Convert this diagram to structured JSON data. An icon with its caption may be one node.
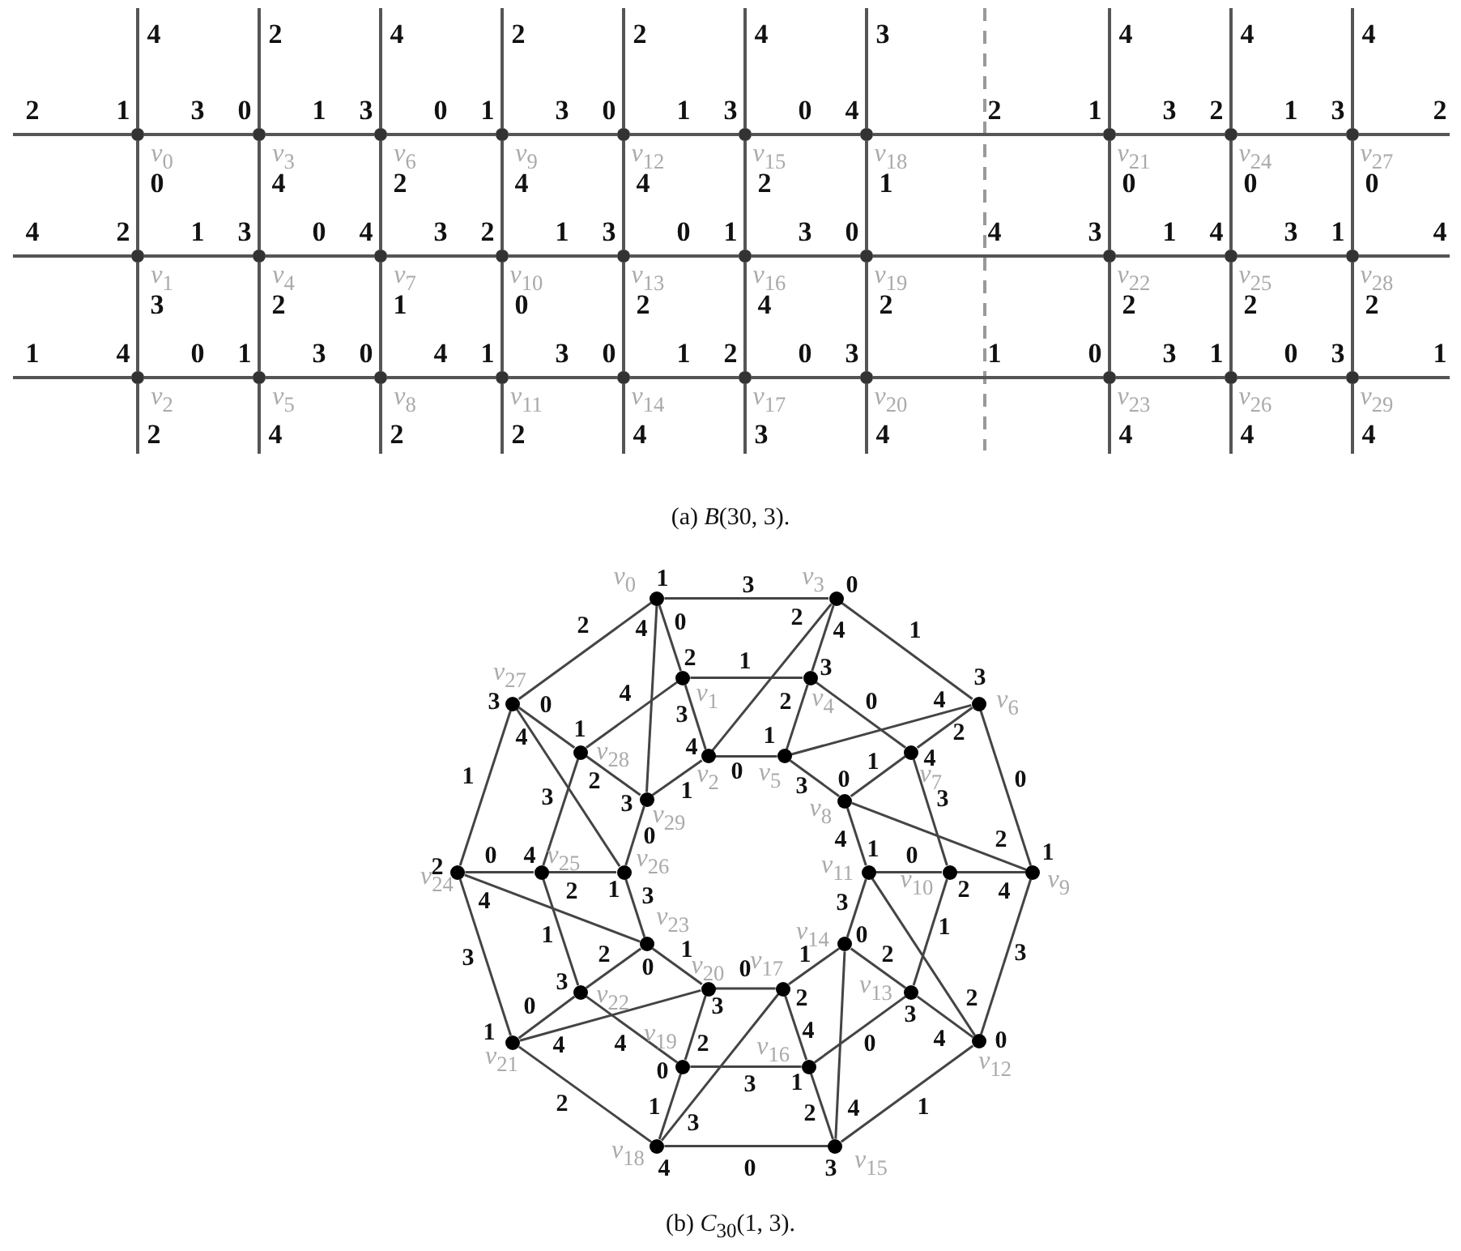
{
  "diagram": {
    "nodes": [
      {
        "text": [],
        "shape": "circle",
        "beside": [
          "*v*$_{0}$"
        ]
      },
      {
        "text": [],
        "shape": "circle",
        "beside": [
          "*v*$_{1}$"
        ]
      },
      {
        "text": [],
        "shape": "circle",
        "beside": [
          "*v*$_{2}$"
        ]
      },
      {
        "text": [],
        "shape": "circle",
        "beside": [
          "*v*$_{3}$"
        ]
      },
      {
        "text": [],
        "shape": "circle",
        "beside": [
          "*v*$_{4}$"
        ]
      },
      {
        "text": [],
        "shape": "circle",
        "beside": [
          "*v*$_{5}$"
        ]
      },
      {
        "text": [],
        "shape": "circle",
        "beside": [
          "*v*$_{6}$"
        ]
      },
      {
        "text": [],
        "shape": "circle",
        "beside": [
          "*v*$_{7}$"
        ]
      },
      {
        "text": [],
        "shape": "circle",
        "beside": [
          "*v*$_{8}$"
        ]
      },
      {
        "text": [],
        "shape": "circle",
        "beside": [
          "*v*$_{9}$"
        ]
      },
      {
        "text": [],
        "shape": "circle",
        "beside": [
          "*v*$_{10}$"
        ]
      },
      {
        "text": [],
        "shape": "circle",
        "beside": [
          "*v*$_{11}$"
        ]
      },
      {
        "text": [],
        "shape": "circle",
        "beside": [
          "*v*$_{12}$"
        ]
      },
      {
        "text": [],
        "shape": "circle",
        "beside": [
          "*v*$_{13}$"
        ]
      },
      {
        "text": [],
        "shape": "circle",
        "beside": [
          "*v*$_{14}$"
        ]
      },
      {
        "text": [],
        "shape": "circle",
        "beside": [
          "*v*$_{15}$"
        ]
      },
      {
        "text": [],
        "shape": "circle",
        "beside": [
          "*v*$_{16}$"
        ]
      },
      {
        "text": [],
        "shape": "circle",
        "beside": [
          "*v*$_{17}$"
        ]
      },
      {
        "text": [],
        "shape": "circle",
        "beside": [
          "*v*$_{18}$"
        ]
      },
      {
        "text": [],
        "shape": "circle",
        "beside": [
          "*v*$_{19}$"
        ]
      },
      {
        "text": [],
        "shape": "circle",
        "beside": [
          "*v*$_{20}$"
        ]
      },
      {
        "text": [],
        "shape": "circle",
        "beside": [
          "*v*$_{21}$"
        ]
      },
      {
        "text": [],
        "shape": "circle",
        "beside": [
          "*v*$_{22}$"
        ]
      },
      {
        "text": [],
        "shape": "circle",
        "beside": [
          "*v*$_{23}$"
        ]
      },
      {
        "text": [],
        "shape": "circle",
        "beside": [
          "*v*$_{24}$"
        ]
      },
      {
        "text": [],
        "shape": "circle",
        "beside": [
          "*v*$_{25}$"
        ]
      },
      {
        "text": [],
        "shape": "circle",
        "beside": [
          "*v*$_{26}$"
        ]
      },
      {
        "text": [],
        "shape": "circle",
        "beside": [
          "*v*$_{27}$"
        ]
      },
      {
        "text": [],
        "shape": "circle",
        "beside": [
          "*v*$_{28}$"
        ]
      },
      {
        "text": [],
        "shape": "circle",
        "beside": [
          "*v*$_{29}$"
        ]
      },
      {
        "text": [],
        "shape": "circle",
        "beside": [
          "*v*$_{0}$"
        ]
      },
      {
        "text": [],
        "shape": "circle",
        "beside": [
          "*v*$_{1}$"
        ]
      },
      {
        "text": [],
        "shape": "circle",
        "beside": [
          "*v*$_{2}$"
        ]
      },
      {
        "text": [],
        "shape": "circle",
        "beside": [
          "*v*$_{3}$"
        ]
      },
      {
        "text": [],
        "shape": "circle",
        "beside": [
          "*v*$_{4}$"
        ]
      },
      {
        "text": [],
        "shape": "circle",
        "beside": [
          "*v*$_{5}$"
        ]
      },
      {
        "text": [],
        "shape": "circle",
        "beside": [
          "*v*$_{6}$"
        ]
      },
      {
        "text": [],
        "shape": "circle",
        "beside": [
          "*v*$_{7}$"
        ]
      },
      {
        "text": [],
        "shape": "circle",
        "beside": [
          "*v*$_{8}$"
        ]
      },
      {
        "text": [],
        "shape": "circle",
        "beside": [
          "*v*$_{9}$"
        ]
      },
      {
        "text": [],
        "shape": "circle",
        "beside": [
          "*v*$_{10}$"
        ]
      },
      {
        "text": [],
        "shape": "circle",
        "beside": [
          "*v*$_{11}$"
        ]
      },
      {
        "text": [],
        "shape": "circle",
        "beside": [
          "*v*$_{12}$"
        ]
      },
      {
        "text": [],
        "shape": "circle",
        "beside": [
          "*v*$_{13}$"
        ]
      },
      {
        "text": [],
        "shape": "circle",
        "beside": [
          "*v*$_{14}$"
        ]
      },
      {
        "text": [],
        "shape": "circle",
        "beside": [
          "*v*$_{15}$"
        ]
      },
      {
        "text": [],
        "shape": "circle",
        "beside": [
          "*v*$_{16}$"
        ]
      },
      {
        "text": [],
        "shape": "circle",
        "beside": [
          "*v*$_{17}$"
        ]
      },
      {
        "text": [],
        "shape": "circle",
        "beside": [
          "*v*$_{18}$"
        ]
      },
      {
        "text": [],
        "shape": "circle",
        "beside": [
          "*v*$_{19}$"
        ]
      },
      {
        "text": [],
        "shape": "circle",
        "beside": [
          "*v*$_{20}$"
        ]
      },
      {
        "text": [],
        "shape": "circle",
        "beside": [
          "*v*$_{21}$"
        ]
      },
      {
        "text": [],
        "shape": "circle",
        "beside": [
          "*v*$_{22}$"
        ]
      },
      {
        "text": [],
        "shape": "circle",
        "beside": [
          "*v*$_{23}$"
        ]
      },
      {
        "text": [],
        "shape": "circle",
        "beside": [
          "*v*$_{24}$"
        ]
      },
      {
        "text": [],
        "shape": "circle",
        "beside": [
          "*v*$_{25}$"
        ]
      },
      {
        "text": [],
        "shape": "circle",
        "beside": [
          "*v*$_{26}$"
        ]
      },
      {
        "text": [],
        "shape": "circle",
        "beside": [
          "*v*$_{27}$"
        ]
      },
      {
        "text": [],
        "shape": "circle",
        "beside": [
          "*v*$_{28}$"
        ]
      },
      {
        "text": [],
        "shape": "circle",
        "beside": [
          "*v*$_{29}$"
        ]
      }
    ],
    "edges": [
      {
        "from": null,
        "to": 0,
        "arrow": "none"
      },
      {
        "from": 0,
        "to": 3,
        "arrow": "none"
      },
      {
        "from": 3,
        "to": 6,
        "arrow": "none"
      },
      {
        "from": 6,
        "to": 9,
        "arrow": "none"
      },
      {
        "from": 9,
        "to": 12,
        "arrow": "none"
      },
      {
        "from": 12,
        "to": 15,
        "arrow": "none"
      },
      {
        "from": 15,
        "to": 18,
        "arrow": "none"
      },
      {
        "from": 18,
        "to": 21,
        "arrow": "none"
      },
      {
        "from": 21,
        "to": 24,
        "arrow": "none"
      },
      {
        "from": 24,
        "to": 27,
        "arrow": "none"
      },
      {
        "from": 27,
        "to": null,
        "arrow": "none"
      },
      {
        "from": null,
        "to": 1,
        "arrow": "none"
      },
      {
        "from": 1,
        "to": 4,
        "arrow": "none"
      },
      {
        "from": 4,
        "to": 7,
        "arrow": "none"
      },
      {
        "from": 7,
        "to": 10,
        "arrow": "none"
      },
      {
        "from": 10,
        "to": 13,
        "arrow": "none"
      },
      {
        "from": 13,
        "to": 16,
        "arrow": "none"
      },
      {
        "from": 16,
        "to": 19,
        "arrow": "none"
      },
      {
        "from": 19,
        "to": 22,
        "arrow": "none"
      },
      {
        "from": 22,
        "to": 25,
        "arrow": "none"
      },
      {
        "from": 25,
        "to": 28,
        "arrow": "none"
      },
      {
        "from": 28,
        "to": null,
        "arrow": "none"
      },
      {
        "from": null,
        "to": 2,
        "arrow": "none"
      },
      {
        "from": 2,
        "to": 5,
        "arrow": "none"
      },
      {
        "from": 5,
        "to": 8,
        "arrow": "none"
      },
      {
        "from": 8,
        "to": 11,
        "arrow": "none"
      },
      {
        "from": 11,
        "to": 14,
        "arrow": "none"
      },
      {
        "from": 14,
        "to": 17,
        "arrow": "none"
      },
      {
        "from": 17,
        "to": 20,
        "arrow": "none"
      },
      {
        "from": 20,
        "to": 23,
        "arrow": "none"
      },
      {
        "from": 23,
        "to": 26,
        "arrow": "none"
      },
      {
        "from": 26,
        "to": 29,
        "arrow": "none"
      },
      {
        "from": 29,
        "to": null,
        "arrow": "none"
      },
      {
        "from": null,
        "to": 0,
        "arrow": "none"
      },
      {
        "from": 0,
        "to": 1,
        "arrow": "none"
      },
      {
        "from": 1,
        "to": 2,
        "arrow": "none"
      },
      {
        "from": 2,
        "to": null,
        "arrow": "none"
      },
      {
        "from": null,
        "to": 3,
        "arrow": "none"
      },
      {
        "from": 3,
        "to": 4,
        "arrow": "none"
      },
      {
        "from": 4,
        "to": 5,
        "arrow": "none"
      },
      {
        "from": 5,
        "to": null,
        "arrow": "none"
      },
      {
        "from": null,
        "to": 6,
        "arrow": "none"
      },
      {
        "from": 6,
        "to": 7,
        "arrow": "none"
      },
      {
        "from": 7,
        "to": 8,
        "arrow": "none"
      },
      {
        "from": 8,
        "to": null,
        "arrow": "none"
      },
      {
        "from": null,
        "to": 9,
        "arrow": "none"
      },
      {
        "from": 9,
        "to": 10,
        "arrow": "none"
      },
      {
        "from": 10,
        "to": 11,
        "arrow": "none"
      },
      {
        "from": 11,
        "to": null,
        "arrow": "none"
      },
      {
        "from": null,
        "to": 12,
        "arrow": "none"
      },
      {
        "from": 12,
        "to": 13,
        "arrow": "none"
      },
      {
        "from": 13,
        "to": 14,
        "arrow": "none"
      },
      {
        "from": 14,
        "to": null,
        "arrow": "none"
      },
      {
        "from": null,
        "to": 15,
        "arrow": "none"
      },
      {
        "from": 15,
        "to": 16,
        "arrow": "none"
      },
      {
        "from": 16,
        "to": 17,
        "arrow": "none"
      },
      {
        "from": 17,
        "to": null,
        "arrow": "none"
      },
      {
        "from": null,
        "to": 18,
        "arrow": "none"
      },
      {
        "from": 18,
        "to": 19,
        "arrow": "none"
      },
      {
        "from": 19,
        "to": 20,
        "arrow": "none"
      },
      {
        "from": 20,
        "to": null,
        "arrow": "none"
      },
      {
        "from": null,
        "to": 21,
        "arrow": "none"
      },
      {
        "from": 21,
        "to": 22,
        "arrow": "none"
      },
      {
        "from": 22,
        "to": 23,
        "arrow": "none"
      },
      {
        "from": 23,
        "to": null,
        "arrow": "none"
      },
      {
        "from": null,
        "to": 24,
        "arrow": "none"
      },
      {
        "from": 24,
        "to": 25,
        "arrow": "none"
      },
      {
        "from": 25,
        "to": 26,
        "arrow": "none"
      },
      {
        "from": 26,
        "to": null,
        "arrow": "none"
      },
      {
        "from": null,
        "to": 27,
        "arrow": "none"
      },
      {
        "from": 27,
        "to": 28,
        "arrow": "none"
      },
      {
        "from": 28,
        "to": 29,
        "arrow": "none"
      },
      {
        "from": 29,
        "to": null,
        "arrow": "none"
      },
      {
        "from": 30,
        "to": 31,
        "arrow": "none"
      },
      {
        "from": 30,
        "to": 33,
        "arrow": "none"
      },
      {
        "from": 31,
        "to": 32,
        "arrow": "none"
      },
      {
        "from": 31,
        "to": 34,
        "arrow": "none"
      },
      {
        "from": 32,
        "to": 33,
        "arrow": "none"
      },
      {
        "from": 32,
        "to": 35,
        "arrow": "none"
      },
      {
        "from": 33,
        "to": 34,
        "arrow": "none"
      },
      {
        "from": 33,
        "to": 36,
        "arrow": "none"
      },
      {
        "from": 34,
        "to": 35,
        "arrow": "none"
      },
      {
        "from": 34,
        "to": 37,
        "arrow": "none"
      },
      {
        "from": 35,
        "to": 36,
        "arrow": "none"
      },
      {
        "from": 35,
        "to": 38,
        "arrow": "none"
      },
      {
        "from": 36,
        "to": 37,
        "arrow": "none"
      },
      {
        "from": 36,
        "to": 39,
        "arrow": "none"
      },
      {
        "from": 37,
        "to": 38,
        "arrow": "none"
      },
      {
        "from": 37,
        "to": 40,
        "arrow": "none"
      },
      {
        "from": 38,
        "to": 39,
        "arrow": "none"
      },
      {
        "from": 38,
        "to": 41,
        "arrow": "none"
      },
      {
        "from": 39,
        "to": 40,
        "arrow": "none"
      },
      {
        "from": 39,
        "to": 42,
        "arrow": "none"
      },
      {
        "from": 40,
        "to": 41,
        "arrow": "none"
      },
      {
        "from": 40,
        "to": 43,
        "arrow": "none"
      },
      {
        "from": 41,
        "to": 42,
        "arrow": "none"
      },
      {
        "from": 41,
        "to": 44,
        "arrow": "none"
      },
      {
        "from": 42,
        "to": 43,
        "arrow": "none"
      },
      {
        "from": 42,
        "to": 45,
        "arrow": "none"
      },
      {
        "from": 43,
        "to": 44,
        "arrow": "none"
      },
      {
        "from": 43,
        "to": 46,
        "arrow": "none"
      },
      {
        "from": 44,
        "to": 45,
        "arrow": "none"
      },
      {
        "from": 44,
        "to": 47,
        "arrow": "none"
      },
      {
        "from": 45,
        "to": 46,
        "arrow": "none"
      },
      {
        "from": 45,
        "to": 48,
        "arrow": "none"
      },
      {
        "from": 46,
        "to": 47,
        "arrow": "none"
      },
      {
        "from": 46,
        "to": 49,
        "arrow": "none"
      },
      {
        "from": 47,
        "to": 48,
        "arrow": "none"
      },
      {
        "from": 47,
        "to": 50,
        "arrow": "none"
      },
      {
        "from": 48,
        "to": 49,
        "arrow": "none"
      },
      {
        "from": 48,
        "to": 51,
        "arrow": "none"
      },
      {
        "from": 49,
        "to": 50,
        "arrow": "none"
      },
      {
        "from": 49,
        "to": 52,
        "arrow": "none"
      },
      {
        "from": 50,
        "to": 51,
        "arrow": "none"
      },
      {
        "from": 50,
        "to": 53,
        "arrow": "none"
      },
      {
        "from": 51,
        "to": 52,
        "arrow": "none"
      },
      {
        "from": 51,
        "to": 54,
        "arrow": "none"
      },
      {
        "from": 52,
        "to": 53,
        "arrow": "none"
      },
      {
        "from": 52,
        "to": 55,
        "arrow": "none"
      },
      {
        "from": 53,
        "to": 54,
        "arrow": "none"
      },
      {
        "from": 53,
        "to": 56,
        "arrow": "none"
      },
      {
        "from": 54,
        "to": 55,
        "arrow": "none"
      },
      {
        "from": 54,
        "to": 57,
        "arrow": "none"
      },
      {
        "from": 55,
        "to": 56,
        "arrow": "none"
      },
      {
        "from": 55,
        "to": 58,
        "arrow": "none"
      },
      {
        "from": 56,
        "to": 57,
        "arrow": "none"
      },
      {
        "from": 56,
        "to": 59,
        "arrow": "none"
      },
      {
        "from": 57,
        "to": 58,
        "arrow": "none"
      },
      {
        "from": 57,
        "to": 30,
        "arrow": "none"
      },
      {
        "from": 58,
        "to": 59,
        "arrow": "none"
      },
      {
        "from": 58,
        "to": 31,
        "arrow": "none"
      },
      {
        "from": 59,
        "to": 30,
        "arrow": "none"
      },
      {
        "from": 59,
        "to": 32,
        "arrow": "none"
      }
    ],
    "labels": [
      "4",
      "2",
      "4",
      "2",
      "2",
      "4",
      "3",
      "4",
      "4",
      "4",
      "2",
      "1",
      "3",
      "0",
      "1",
      "3",
      "0",
      "1",
      "3",
      "0",
      "1",
      "3",
      "0",
      "4",
      "2",
      "1",
      "3",
      "2",
      "1",
      "3",
      "2",
      "0",
      "4",
      "2",
      "4",
      "4",
      "2",
      "1",
      "0",
      "0",
      "0",
      "4",
      "2",
      "1",
      "3",
      "0",
      "4",
      "3",
      "2",
      "1",
      "3",
      "0",
      "1",
      "3",
      "0",
      "4",
      "3",
      "1",
      "4",
      "3",
      "1",
      "4",
      "3",
      "2",
      "1",
      "0",
      "2",
      "4",
      "2",
      "2",
      "2",
      "2",
      "1",
      "4",
      "0",
      "1",
      "3",
      "0",
      "4",
      "1",
      "3",
      "0",
      "1",
      "2",
      "0",
      "3",
      "1",
      "0",
      "3",
      "1",
      "0",
      "3",
      "1",
      "2",
      "4",
      "2",
      "2",
      "4",
      "3",
      "4",
      "4",
      "4",
      "4",
      "(a) *B*(30, 3).",
      "1",
      "3",
      "0",
      "2",
      "4",
      "0",
      "2",
      "4",
      "1",
      "2",
      "1",
      "3",
      "3",
      "3",
      "0",
      "4",
      "3",
      "2",
      "0",
      "4",
      "4",
      "1",
      "4",
      "1",
      "2",
      "0",
      "1",
      "4",
      "1",
      "3",
      "2",
      "3",
      "1",
      "3",
      "0",
      "3",
      "0",
      "2",
      "0",
      "4",
      "0",
      "4",
      "1",
      "0",
      "2",
      "1",
      "4",
      "2",
      "1",
      "3",
      "3",
      "2",
      "4",
      "1",
      "0",
      "1",
      "3",
      "2",
      "0",
      "1",
      "0",
      "1",
      "2",
      "3",
      "0",
      "3",
      "3",
      "2",
      "3",
      "2",
      "1",
      "4",
      "4",
      "2",
      "4",
      "0",
      "4",
      "0",
      "0",
      "3",
      "1",
      "2",
      "1",
      "3",
      "2",
      "4",
      "1",
      "4",
      "0",
      "3",
      "(b) *C*$_{30}$(1, 3)."
    ]
  }
}
